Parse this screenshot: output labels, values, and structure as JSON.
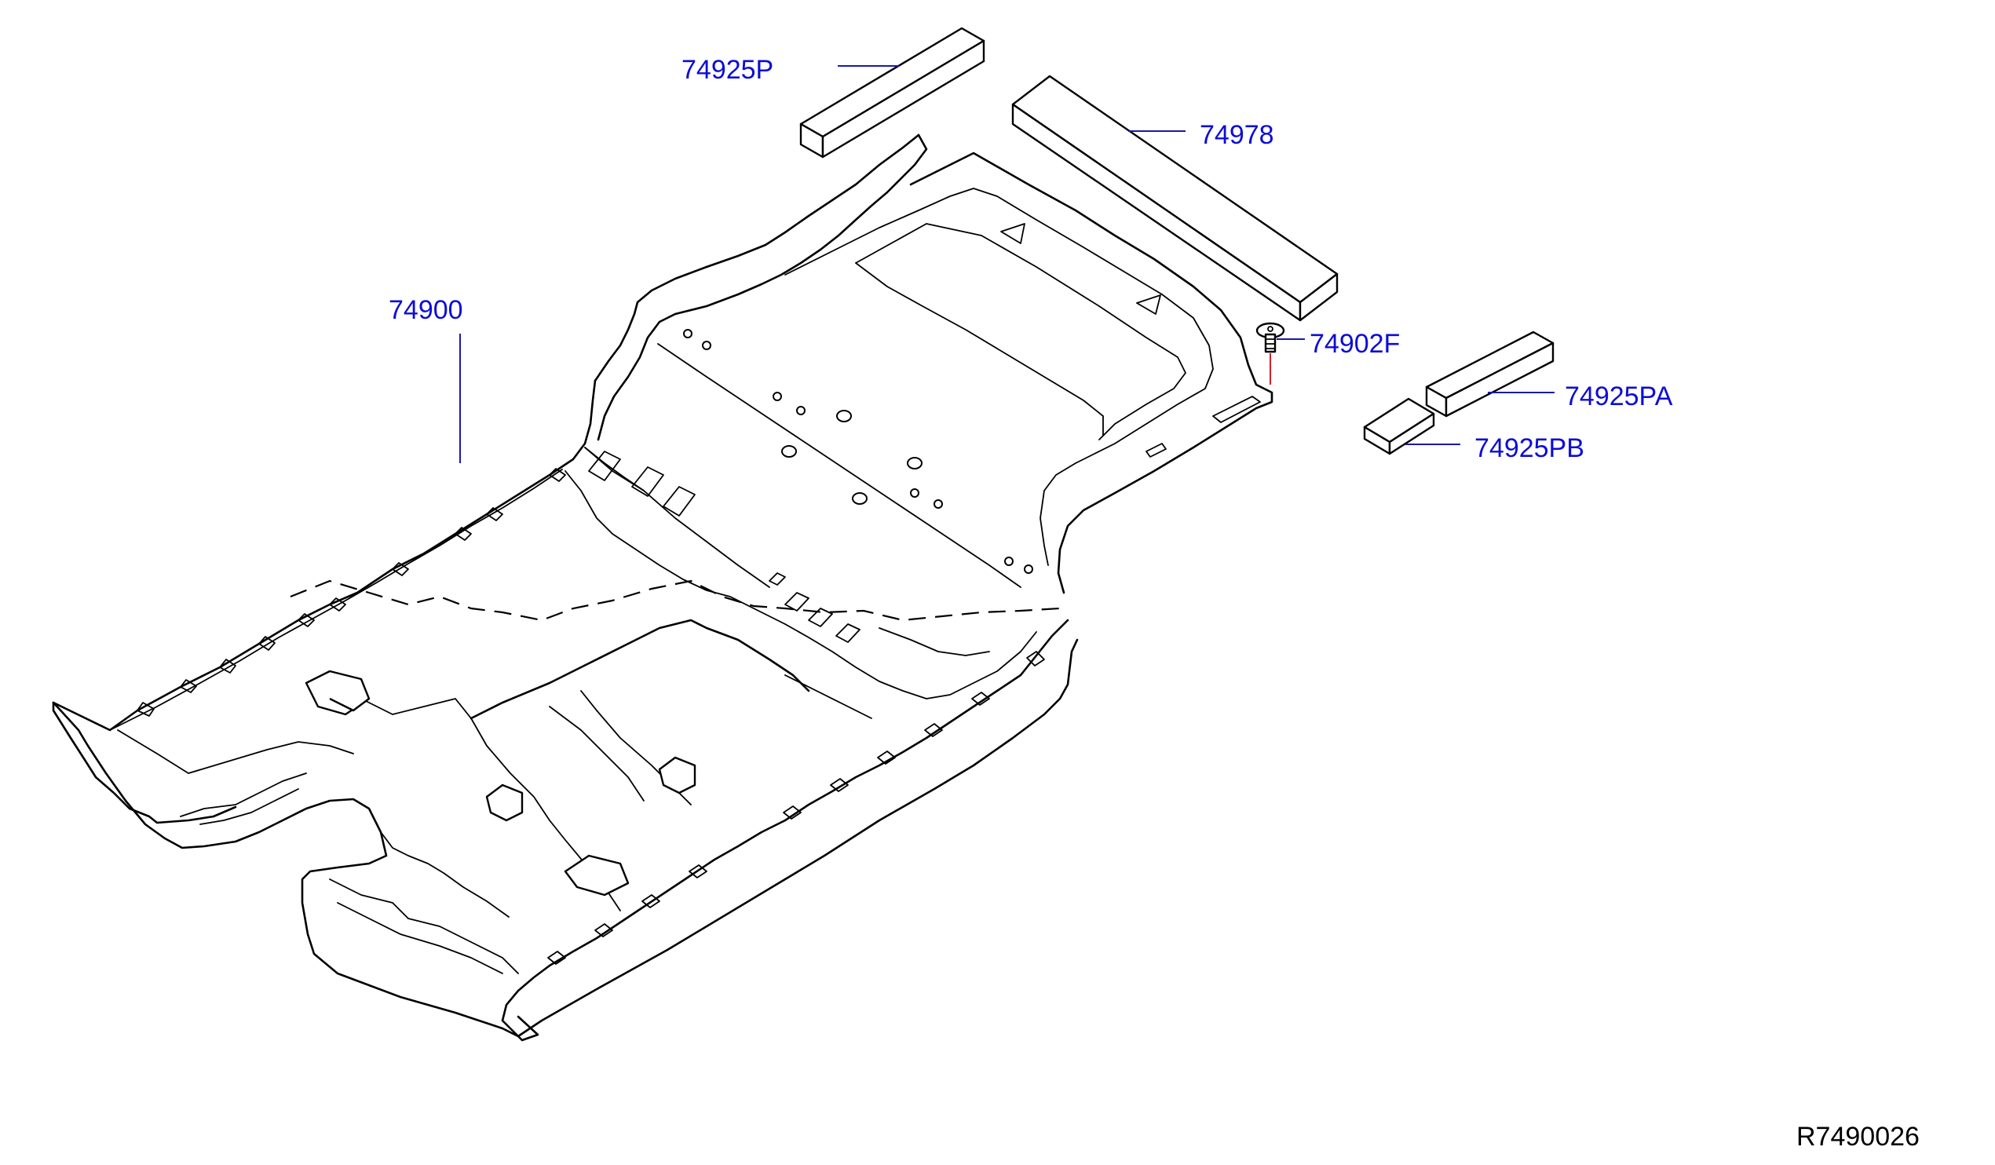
{
  "diagram": {
    "callouts": [
      {
        "id": "p",
        "text": "74925P"
      },
      {
        "id": "rear",
        "text": "74978"
      },
      {
        "id": "main",
        "text": "74900"
      },
      {
        "id": "clip",
        "text": "74902F"
      },
      {
        "id": "pa",
        "text": "74925PA"
      },
      {
        "id": "pb",
        "text": "74925PB"
      }
    ],
    "reference_code": "R7490026",
    "colors": {
      "callout": "#0d0dd6",
      "leader_red": "#d0202a",
      "line": "#000000"
    }
  }
}
